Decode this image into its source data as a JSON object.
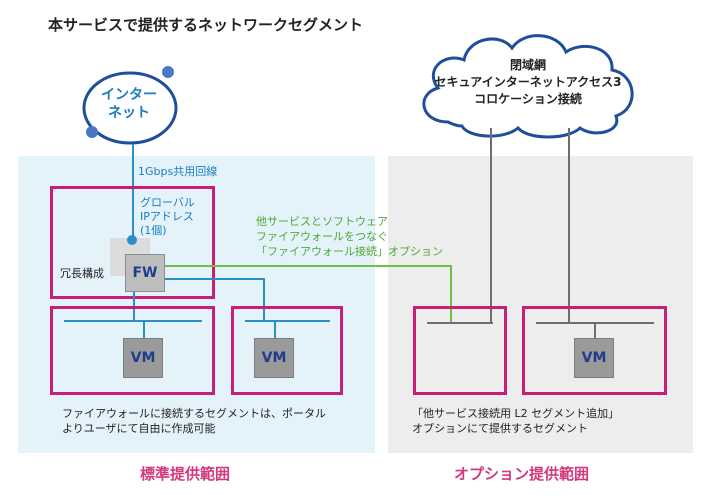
{
  "title": "本サービスで提供するネットワークセグメント",
  "internet": {
    "label_line1": "インター",
    "label_line2": "ネット"
  },
  "cloud": {
    "line1": "閉域網",
    "line2": "セキュアインターネットアクセス3",
    "line3": "コロケーション接続"
  },
  "bandwidth_label": "1Gbps共用回線",
  "global_ip": {
    "line1": "グローバル",
    "line2": "IPアドレス",
    "line3": "(1個)"
  },
  "redundancy_label": "冗長構成",
  "fw_label": "FW",
  "vm_label": "VM",
  "option_note": {
    "line1": "他サービスとソフトウェア",
    "line2": "ファイアウォールをつなぐ",
    "line3": "「ファイアウォール接続」オプション"
  },
  "std_caption": {
    "line1": "ファイアウォールに接続するセグメントは、ポータル",
    "line2": "よりユーザにて自由に作成可能"
  },
  "opt_caption": {
    "line1": "「他サービス接続用 L2 セグメント追加」",
    "line2": "オプションにて提供するセグメント"
  },
  "zone_labels": {
    "standard": "標準提供範囲",
    "option": "オプション提供範囲"
  },
  "colors": {
    "segment_border": "#c81e78",
    "internet_line": "#2a8fc9",
    "option_line": "#6fbf44",
    "service_line": "#6e6e6e",
    "standard_zone": "#e4f3fa",
    "option_zone": "#ededed"
  }
}
